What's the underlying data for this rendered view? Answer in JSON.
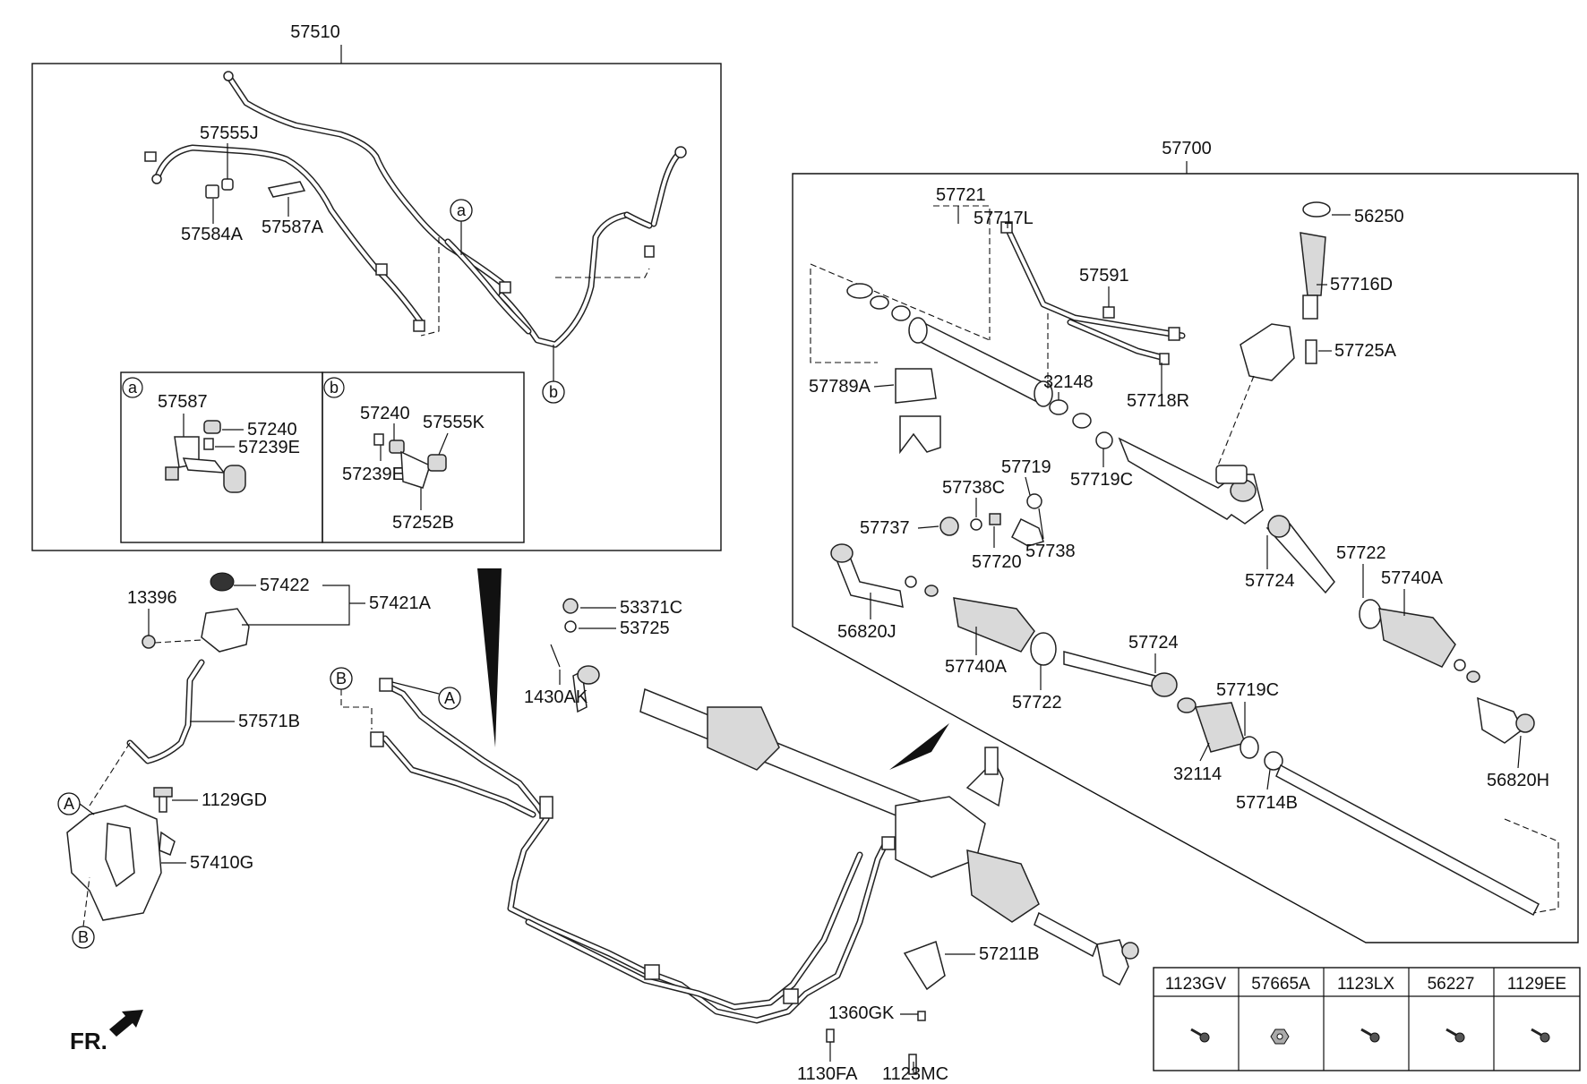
{
  "group_labels": {
    "hose_assembly": "57510",
    "gear_box": "57700"
  },
  "circle_markers": {
    "a": "a",
    "b": "b",
    "A": "A",
    "B": "B"
  },
  "inset_a_parts": [
    "57587",
    "57240",
    "57239E"
  ],
  "inset_b_parts": [
    "57240",
    "57555K",
    "57239E",
    "57252B"
  ],
  "hose_parts": [
    "57555J",
    "57584A",
    "57587A"
  ],
  "rack_parts": [
    "57721",
    "57717L",
    "56250",
    "57716D",
    "57591",
    "57725A",
    "57789A",
    "32148",
    "57718R",
    "57719",
    "57738C",
    "57719C",
    "57737",
    "57720",
    "57738",
    "57722",
    "57724",
    "57740A",
    "56820J",
    "57740A",
    "57724",
    "57722",
    "57719C",
    "32114",
    "57714B",
    "56820H"
  ],
  "pump_parts": [
    "57422",
    "57421A",
    "13396",
    "57571B",
    "1129GD",
    "57410G"
  ],
  "main_parts": [
    "53371C",
    "53725",
    "1430AK",
    "57211B",
    "1360GK",
    "1130FA",
    "1123MC"
  ],
  "fr_label": "FR.",
  "hardware_table": {
    "headers": [
      "1123GV",
      "57665A",
      "1123LX",
      "56227",
      "1129EE"
    ],
    "icons": [
      "bolt-icon",
      "nut-icon",
      "bolt-icon",
      "bolt-icon",
      "bolt-icon"
    ]
  }
}
